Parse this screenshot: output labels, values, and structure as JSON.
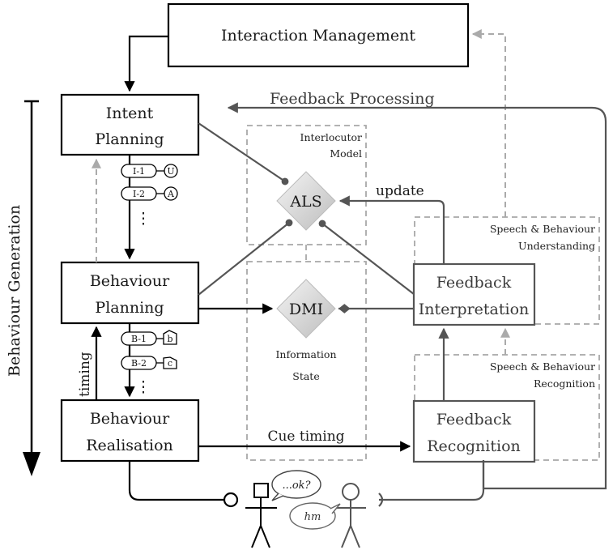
{
  "nodes": {
    "interaction_management": "Interaction Management",
    "intent_planning": [
      "Intent",
      "Planning"
    ],
    "behaviour_planning": [
      "Behaviour",
      "Planning"
    ],
    "behaviour_realisation": [
      "Behaviour",
      "Realisation"
    ],
    "feedback_interpretation": [
      "Feedback",
      "Interpretation"
    ],
    "feedback_recognition": [
      "Feedback",
      "Recognition"
    ],
    "als": "ALS",
    "dmi": "DMI"
  },
  "regions": {
    "interlocutor_model": [
      "Interlocutor",
      "Model"
    ],
    "information_state": [
      "Information",
      "State"
    ],
    "speech_behaviour_understanding": [
      "Speech & Behaviour",
      "Understanding"
    ],
    "speech_behaviour_recognition": [
      "Speech & Behaviour",
      "Recognition"
    ]
  },
  "edges": {
    "feedback_processing": "Feedback Processing",
    "update": "update",
    "cue_timing": "Cue timing",
    "timing": "timing",
    "behaviour_generation": "Behaviour Generation"
  },
  "intent_tokens": [
    {
      "id": "I-1",
      "sym": "U"
    },
    {
      "id": "I-2",
      "sym": "A"
    }
  ],
  "behaviour_tokens": [
    {
      "id": "B-1",
      "sym": "b"
    },
    {
      "id": "B-2",
      "sym": "c"
    }
  ],
  "ellipsis": "⋮",
  "speech": {
    "agent": "...ok?",
    "user": "hm"
  }
}
